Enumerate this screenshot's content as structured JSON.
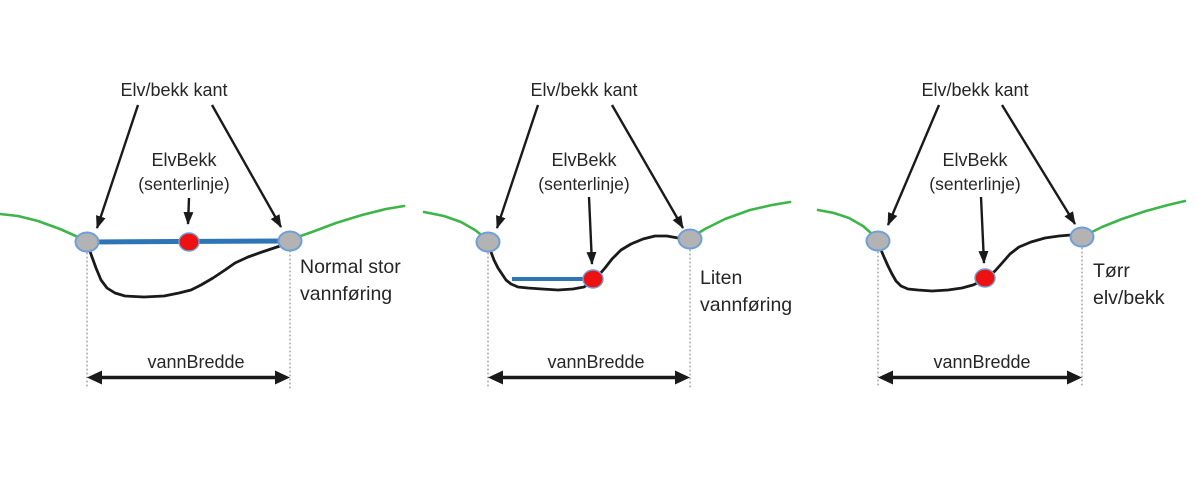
{
  "diagram": {
    "description": "Three river/stream cross-sections showing edge points, centerline point and water width at different flows",
    "panels": [
      {
        "id": "normal-stor-vannforing",
        "edge_label": "Elv/bekk kant",
        "centerline_label": "ElvBekk",
        "centerline_sublabel": "(senterlinje)",
        "width_label": "vannBredde",
        "side_label_line1": "Normal stor",
        "side_label_line2": "vannføring",
        "water_level": "full-width-surface"
      },
      {
        "id": "liten-vannforing",
        "edge_label": "Elv/bekk kant",
        "centerline_label": "ElvBekk",
        "centerline_sublabel": "(senterlinje)",
        "width_label": "vannBredde",
        "side_label_line1": "Liten",
        "side_label_line2": "vannføring",
        "water_level": "low-partial-surface"
      },
      {
        "id": "torr-elv-bekk",
        "edge_label": "Elv/bekk kant",
        "centerline_label": "ElvBekk",
        "centerline_sublabel": "(senterlinje)",
        "width_label": "vannBredde",
        "side_label_line1": "Tørr",
        "side_label_line2": "elv/bekk",
        "water_level": "dry-no-surface"
      }
    ],
    "colors": {
      "water_line": "#2e75b6",
      "terrain_line": "#3db549",
      "edge_marker_fill": "#b3b3b3",
      "edge_marker_stroke": "#6f9fd8",
      "centerline_point": "#ee1111",
      "drawing_line": "#1a1a1a",
      "text": "#262626"
    }
  }
}
